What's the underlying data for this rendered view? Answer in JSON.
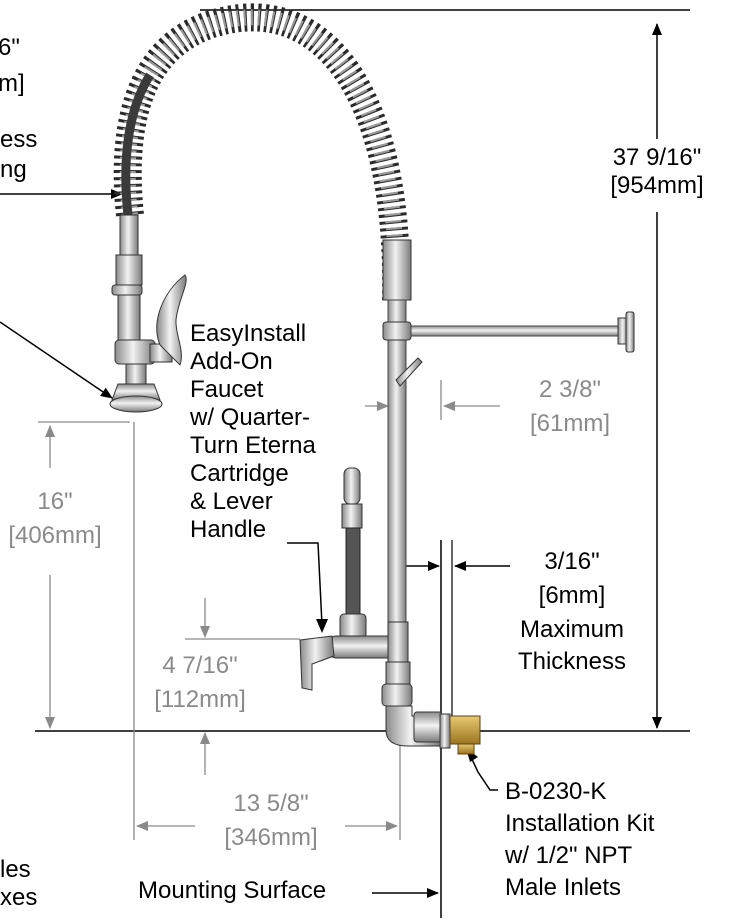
{
  "labels": {
    "clipped_top_left_1": "6\"",
    "clipped_top_left_2": "m",
    "clipped_hose_1": "ess",
    "clipped_hose_2": "ng",
    "clipped_bottom_left_1": "les",
    "clipped_bottom_left_2": "xes",
    "addon_faucet": [
      "EasyInstall",
      "Add-On",
      "Faucet",
      "w/ Quarter-",
      "Turn Eterna",
      "Cartridge",
      "& Lever",
      "Handle"
    ],
    "max_thickness": [
      "Maximum",
      "Thickness"
    ],
    "install_kit": [
      "B-0230-K",
      "Installation Kit",
      "w/ 1/2\" NPT",
      "Male Inlets"
    ],
    "mounting_surface": "Mounting Surface"
  },
  "dimensions": {
    "total_height": {
      "imperial": "37 9/16\"",
      "metric": "954mm"
    },
    "offset_width": {
      "imperial": "2 3/8\"",
      "metric": "61mm"
    },
    "spray_height": {
      "imperial": "16\"",
      "metric": "406mm"
    },
    "thickness": {
      "imperial": "3/16\"",
      "metric": "6mm"
    },
    "spout_height": {
      "imperial": "4 7/16\"",
      "metric": "112mm"
    },
    "reach": {
      "imperial": "13 5/8\"",
      "metric": "346mm"
    }
  },
  "colors": {
    "line": "#000000",
    "dim_gray": "#8a8a8a",
    "chrome": "#c9c9c9",
    "chrome_dark": "#6f6f6f",
    "hose": "#3a3a3a",
    "brass": "#c8a040"
  }
}
